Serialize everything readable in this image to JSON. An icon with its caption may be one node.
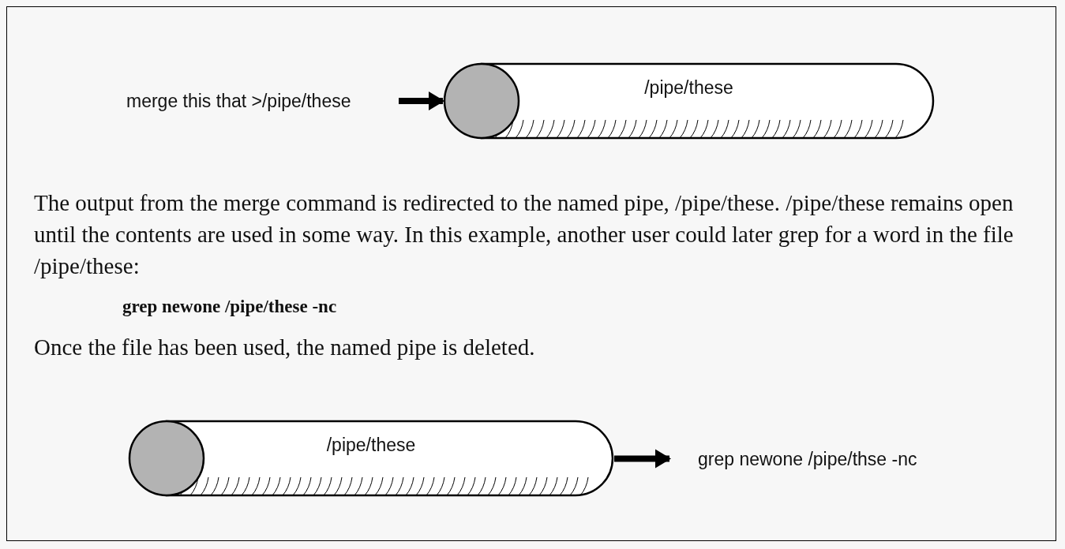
{
  "diagram": {
    "nodes": [
      {
        "text": [
          "merge this that >/pipe/these"
        ]
      },
      {
        "text": [
          "/pipe/these"
        ]
      },
      {
        "text": [
          "/pipe/these"
        ]
      },
      {
        "text": [
          "grep newone /pipe/thse -nc"
        ]
      }
    ],
    "edges": [
      {
        "from": 0,
        "to": 1,
        "arrow": "to"
      },
      {
        "from": 2,
        "to": 3,
        "arrow": "to"
      }
    ],
    "labels": [
      "The output from the merge command is redirected to the named pipe, /pipe/these.  /pipe/these remains open until the contents are used in some way.  In this example, another user could later grep for a word in the file /pipe/these:",
      "grep newone /pipe/these -nc",
      "Once the file has been used, the named pipe is deleted."
    ]
  }
}
